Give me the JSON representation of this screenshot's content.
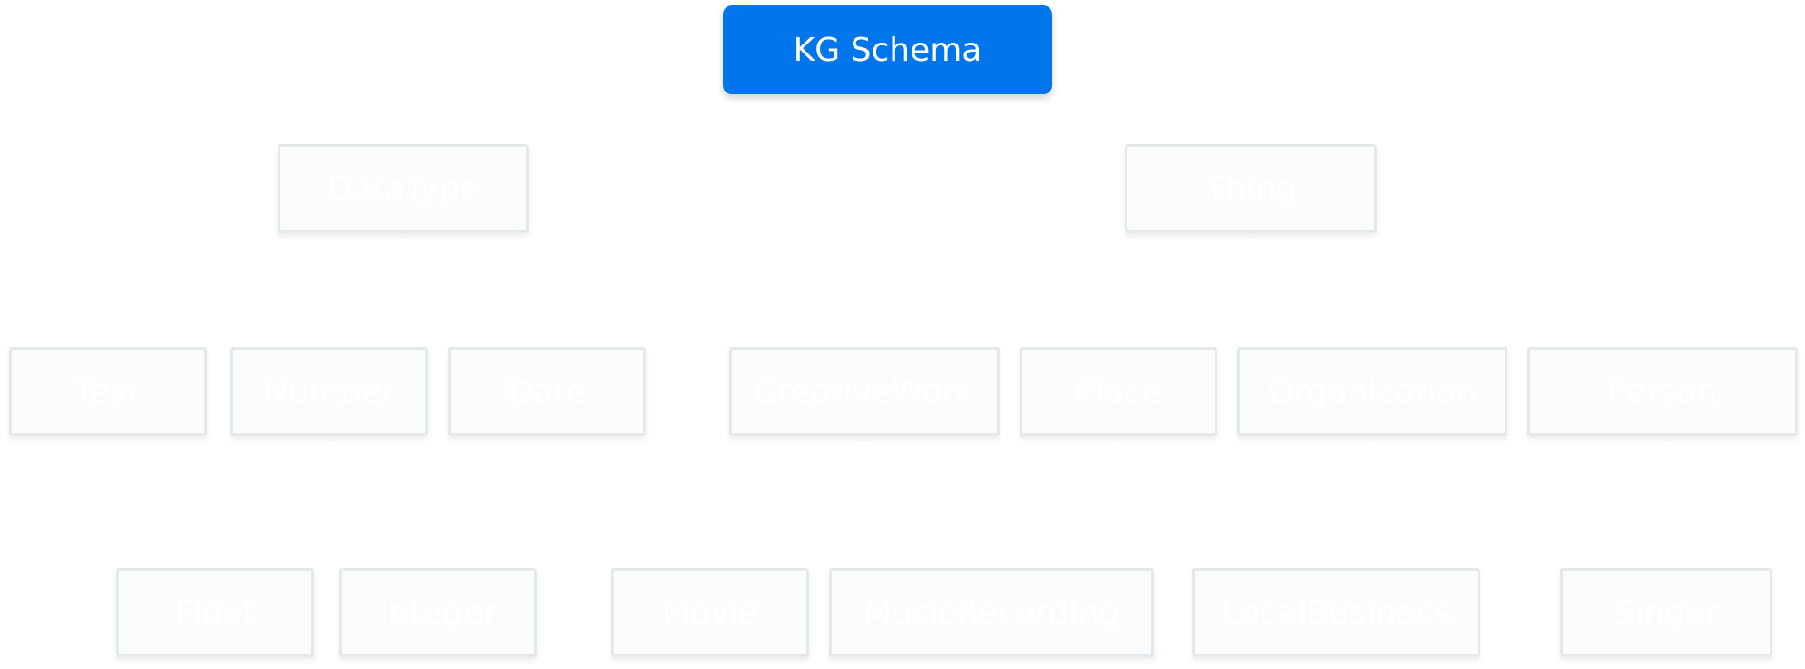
{
  "root": {
    "label": "KG Schema"
  },
  "level1": [
    {
      "id": "datatype",
      "label": "DataType"
    },
    {
      "id": "thing",
      "label": "Thing"
    }
  ],
  "level2": [
    {
      "id": "text",
      "label": "Text"
    },
    {
      "id": "number",
      "label": "Number"
    },
    {
      "id": "date",
      "label": "Date"
    },
    {
      "id": "creativework",
      "label": "CreativeWork"
    },
    {
      "id": "place",
      "label": "Place"
    },
    {
      "id": "organization",
      "label": "Organization"
    },
    {
      "id": "person",
      "label": "Person"
    }
  ],
  "level3": [
    {
      "id": "float",
      "label": "Float"
    },
    {
      "id": "integer",
      "label": "Integer"
    },
    {
      "id": "movie",
      "label": "Movie"
    },
    {
      "id": "musicrecording",
      "label": "MusicRecording"
    },
    {
      "id": "localbusiness",
      "label": "LocalBusiness"
    },
    {
      "id": "singer",
      "label": "Singer"
    }
  ]
}
